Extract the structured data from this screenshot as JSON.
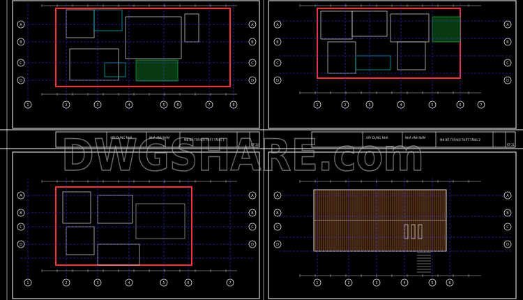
{
  "watermark": "DWGSHARE.com",
  "colors": {
    "background": "#000000",
    "frame": "#ffffff",
    "walls": "#ff3030",
    "grid": "#3a3aff",
    "furniture": "#00c8c8",
    "roof_hatch": "#b07040",
    "plants": "#20b040"
  },
  "sheets": [
    {
      "title_block": {
        "project": "XÂY DỰNG NHÀ",
        "owner": "NHÀ ANH NAM",
        "drawing_title": "MB BỐ TRÍ NỘI THẤT TẦNG 1",
        "sheet_no": "KT-10"
      }
    },
    {
      "title_block": {
        "project": "XÂY DỰNG NHÀ",
        "owner": "NHÀ ANH NAM",
        "drawing_title": "MB BỐ TRÍ NỘI THẤT TẦNG 2",
        "sheet_no": "KT-11"
      }
    },
    {
      "title_block": null
    },
    {
      "title_block": null
    }
  ],
  "grid_labels": [
    "1",
    "2",
    "3",
    "4",
    "5",
    "6",
    "7",
    "8"
  ],
  "row_labels": [
    "A",
    "B",
    "C",
    "D"
  ]
}
